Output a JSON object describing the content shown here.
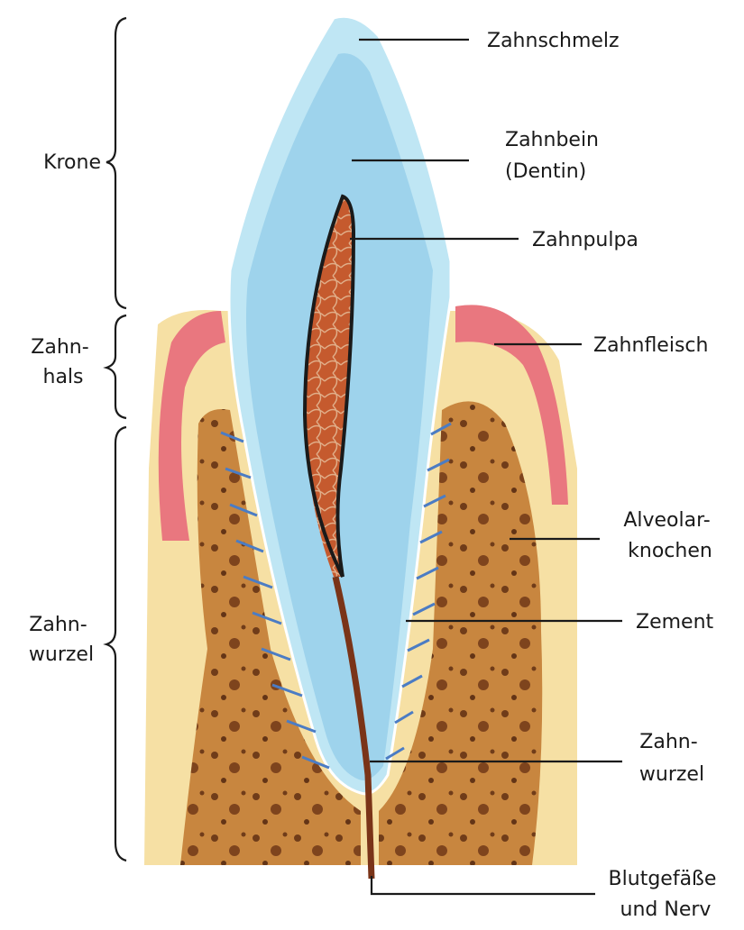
{
  "colors": {
    "enamel": "#bfe6f4",
    "dentin": "#9ed3ec",
    "pulp": "#c55a2e",
    "gum": "#e9777f",
    "bone": "#c8863f",
    "tissue": "#f6e0a4",
    "nerve": "#7a3418"
  },
  "brace_labels": {
    "krone": "Krone",
    "zahnhals": [
      "Zahn-",
      "hals"
    ],
    "zahnwurzel": [
      "Zahn-",
      "wurzel"
    ]
  },
  "labels": {
    "zahnschmelz": [
      "Zahnschmelz"
    ],
    "zahnbein": [
      "Zahnbein",
      "(Dentin)"
    ],
    "zahnpulpa": [
      "Zahnpulpa"
    ],
    "zahnfleisch": [
      "Zahnfleisch"
    ],
    "alveolarknochen": [
      "Alveolar-",
      "knochen"
    ],
    "zement": [
      "Zement"
    ],
    "zahnwurzel": [
      "Zahn-",
      "wurzel"
    ],
    "blutgefaesse": [
      "Blutgefäße",
      "und Nerv"
    ]
  }
}
